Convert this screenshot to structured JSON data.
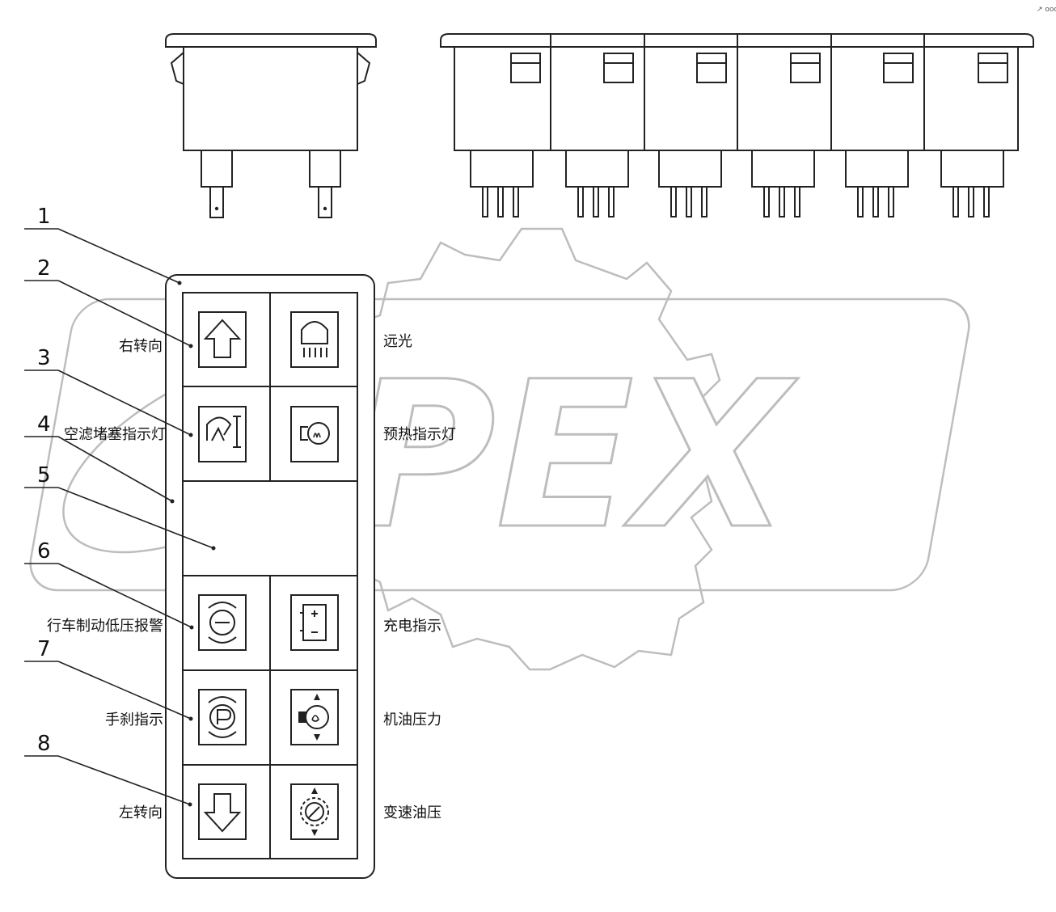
{
  "watermark": {
    "text": "PEX"
  },
  "corner_mark": "↗ ooo",
  "callouts": [
    "1",
    "2",
    "3",
    "4",
    "5",
    "6",
    "7",
    "8"
  ],
  "panel": {
    "left_labels": {
      "right_turn": "右转向",
      "air_filter": "空滤堵塞指示灯",
      "brake_pressure": "行车制动低压报警",
      "handbrake": "手刹指示",
      "left_turn": "左转向"
    },
    "right_labels": {
      "high_beam": "远光",
      "preheat": "预热指示灯",
      "charging": "充电指示",
      "oil_pressure": "机油压力",
      "transmission": "变速油压"
    }
  }
}
